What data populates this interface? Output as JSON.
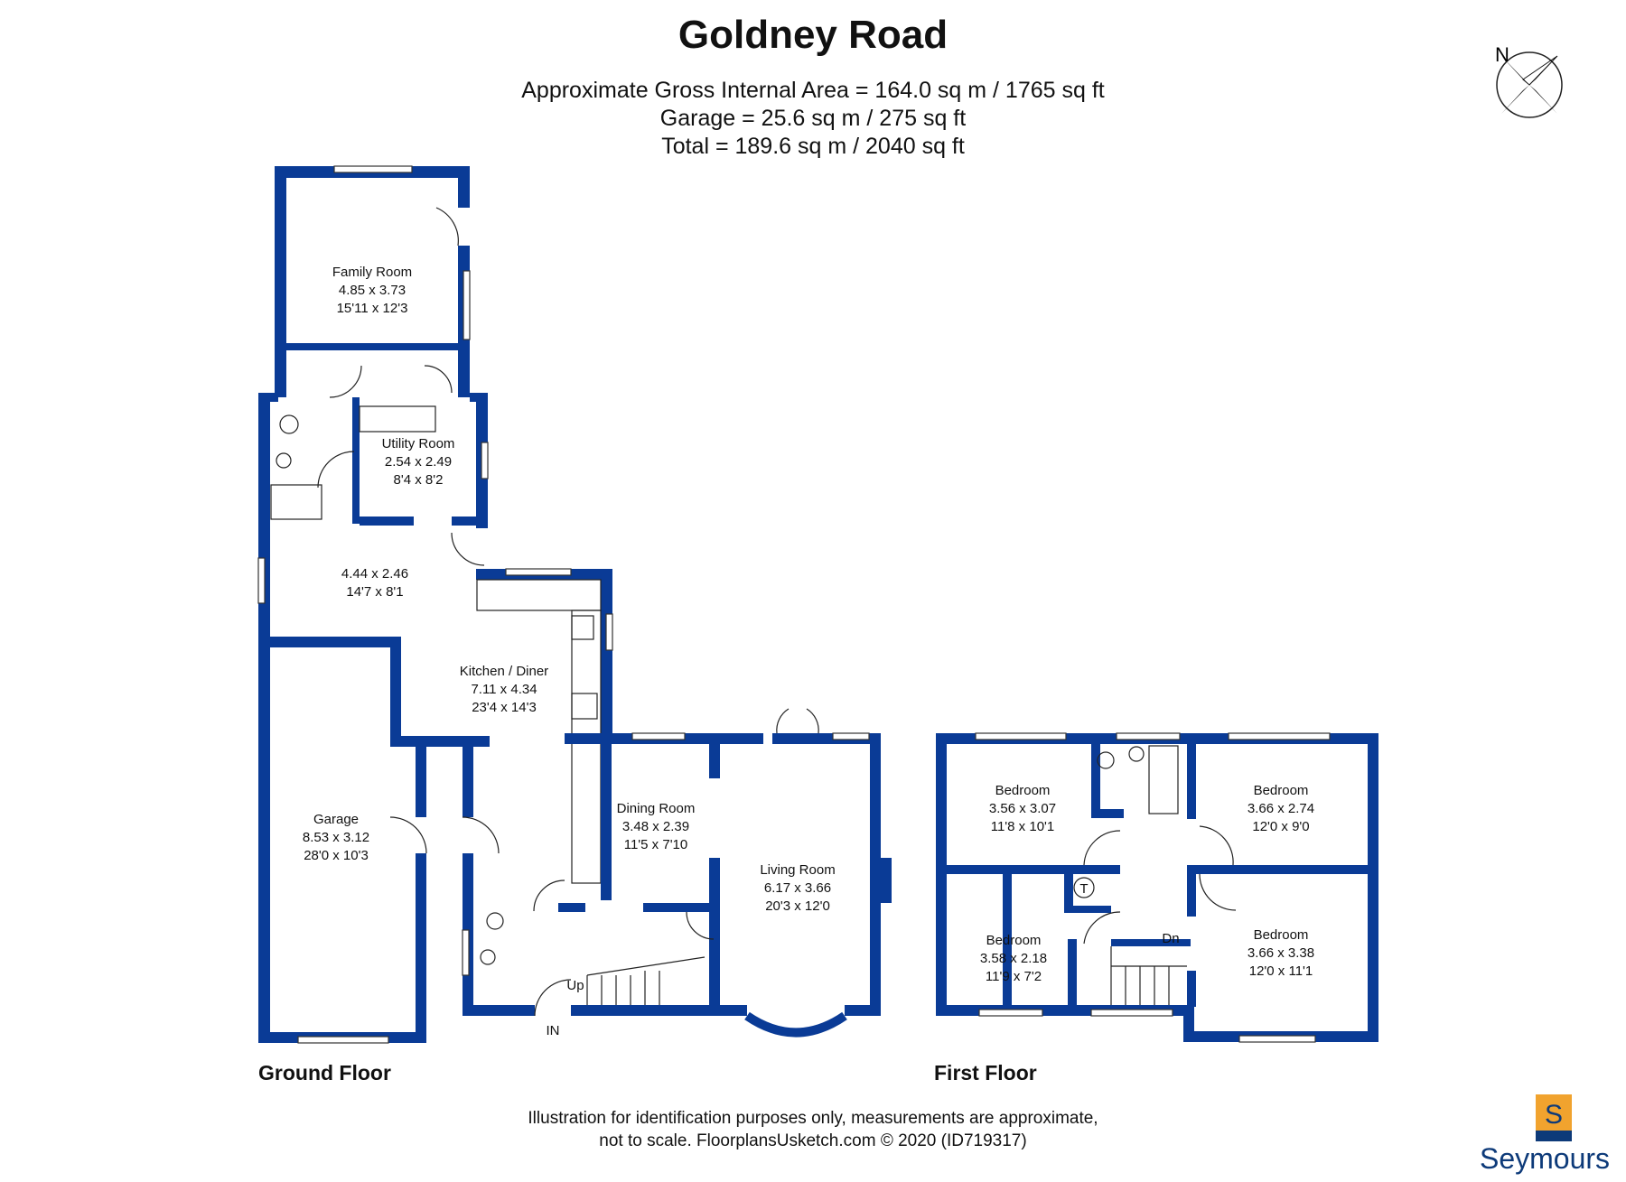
{
  "header": {
    "title": "Goldney Road",
    "area_lines": [
      "Approximate Gross Internal Area = 164.0 sq m / 1765 sq ft",
      "Garage = 25.6 sq m / 275 sq ft",
      "Total = 189.6 sq m / 2040 sq ft"
    ]
  },
  "compass": {
    "label": "N"
  },
  "floors": {
    "ground": {
      "label": "Ground Floor",
      "rooms": [
        {
          "name": "Family Room",
          "metric": "4.85 x 3.73",
          "imperial": "15'11 x 12'3"
        },
        {
          "name": "Utility Room",
          "metric": "2.54 x 2.49",
          "imperial": "8'4 x 8'2"
        },
        {
          "name": "",
          "metric": "4.44 x 2.46",
          "imperial": "14'7 x 8'1"
        },
        {
          "name": "Kitchen / Diner",
          "metric": "7.11 x 4.34",
          "imperial": "23'4 x 14'3"
        },
        {
          "name": "Garage",
          "metric": "8.53 x 3.12",
          "imperial": "28'0 x 10'3"
        },
        {
          "name": "Dining Room",
          "metric": "3.48 x 2.39",
          "imperial": "11'5 x 7'10"
        },
        {
          "name": "Living Room",
          "metric": "6.17 x 3.66",
          "imperial": "20'3 x 12'0"
        }
      ],
      "marks": {
        "up": "Up",
        "entrance": "IN"
      }
    },
    "first": {
      "label": "First Floor",
      "rooms": [
        {
          "name": "Bedroom",
          "metric": "3.56 x 3.07",
          "imperial": "11'8 x 10'1"
        },
        {
          "name": "Bedroom",
          "metric": "3.66 x 2.74",
          "imperial": "12'0 x 9'0"
        },
        {
          "name": "Bedroom",
          "metric": "3.58 x 2.18",
          "imperial": "11'9 x 7'2"
        },
        {
          "name": "Bedroom",
          "metric": "3.66 x 3.38",
          "imperial": "12'0 x 11'1"
        }
      ],
      "marks": {
        "down": "Dn",
        "tank": "T"
      }
    }
  },
  "footer": {
    "disclaimer_1": "Illustration for identification purposes only, measurements are approximate,",
    "disclaimer_2": "not to scale. FloorplansUsketch.com © 2020 (ID719317)"
  },
  "brand": {
    "name": "Seymours",
    "mark": "S",
    "colors": {
      "wall": "#0a3b96",
      "logo_orange": "#f1a32e",
      "logo_blue": "#0d3a79"
    }
  }
}
